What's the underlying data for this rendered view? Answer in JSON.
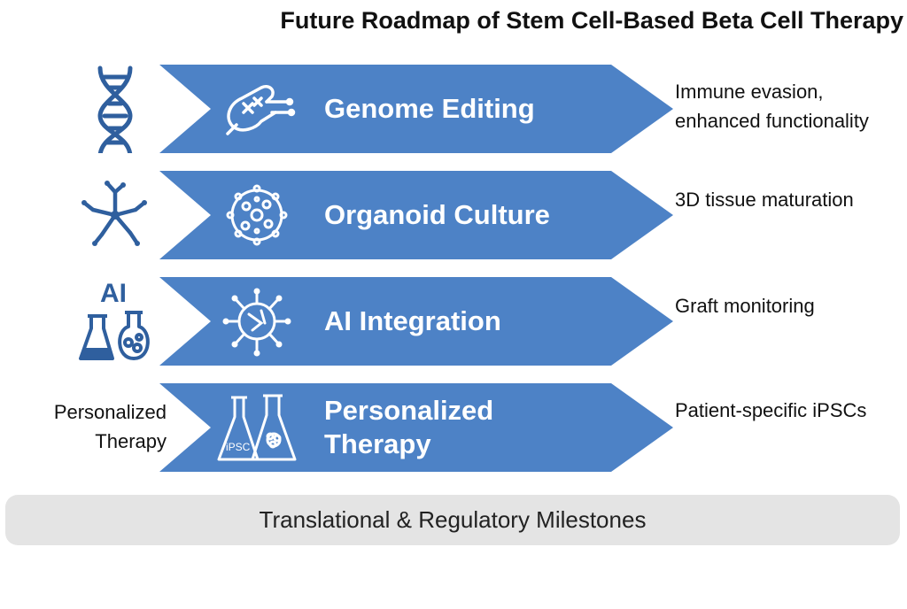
{
  "title": "Future Roadmap of Stem Cell-Based Beta Cell Therapy",
  "colors": {
    "arrow": "#4d82c6",
    "icon": "#2f5f9e",
    "footer": "#e4e4e4"
  },
  "steps": [
    {
      "label": "Genome Editing",
      "outcome": "Immune evasion, enhanced functionality",
      "left_icon": "dna-icon",
      "step_icon": "genome-edit-icon"
    },
    {
      "label": "Organoid Culture",
      "outcome": "3D tissue maturation",
      "left_icon": "cell-network-icon",
      "step_icon": "organoid-icon"
    },
    {
      "label": "AI Integration",
      "outcome": "Graft monitoring",
      "left_icon": "ai-flask-icon",
      "left_icon_text": "AI",
      "step_icon": "neural-network-icon"
    },
    {
      "label": "Personalized Therapy",
      "outcome": "Patient-specific iPSCs",
      "left_label": "Personalized Therapy",
      "step_icon": "ipsc-flask-icon",
      "step_icon_text": "iPSC"
    }
  ],
  "footer": "Translational & Regulatory Milestones"
}
